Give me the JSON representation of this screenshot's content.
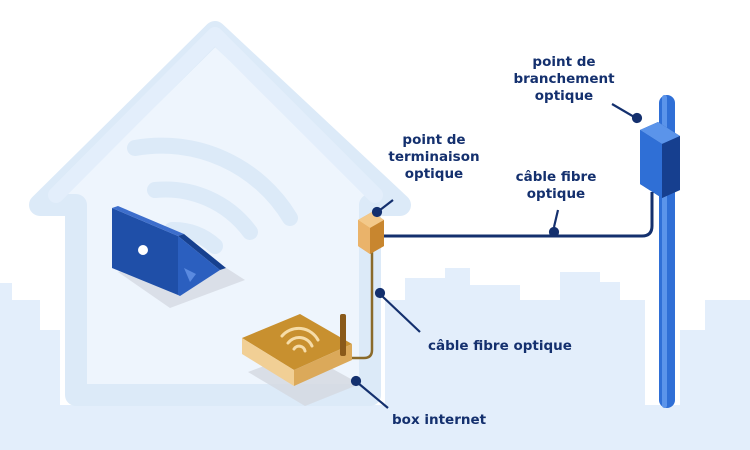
{
  "labels": {
    "branchement": [
      "point de",
      "branchement",
      "optique"
    ],
    "terminaison": [
      "point de",
      "terminaison",
      "optique"
    ],
    "cable_top": [
      "câble fibre",
      "optique"
    ],
    "cable_side": "câble fibre optique",
    "box": "box internet"
  },
  "colors": {
    "navy": "#14306e",
    "pole_blue": "#2f6fd6",
    "house_outline": "#dceaf8",
    "city_fill": "#e3eefb",
    "router_orange": "#c8902f",
    "laptop_blue": "#1f4fa8"
  }
}
